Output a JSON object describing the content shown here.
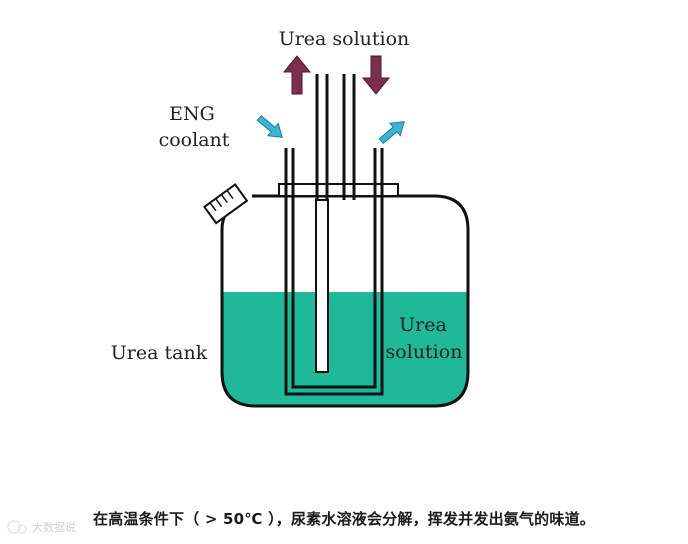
{
  "labels": {
    "urea_solution_top": "Urea solution",
    "eng_line1": "ENG",
    "eng_line2": "coolant",
    "urea_tank": "Urea tank",
    "urea_inner_line1": "Urea",
    "urea_inner_line2": "solution"
  },
  "caption": "在高温条件下（ > 50℃ ），尿素水溶液会分解，挥发并发出氨气的味道。",
  "watermark": "大数据说",
  "colors": {
    "liquid": "#1fb99a",
    "arrow_up_down": "#7b2f4d",
    "arrow_coolant": "#3ab6d4",
    "outline": "#111111"
  },
  "icons": {
    "filler_cap": "filler-cap-icon",
    "watermark_logo": "watermark-logo-icon"
  }
}
